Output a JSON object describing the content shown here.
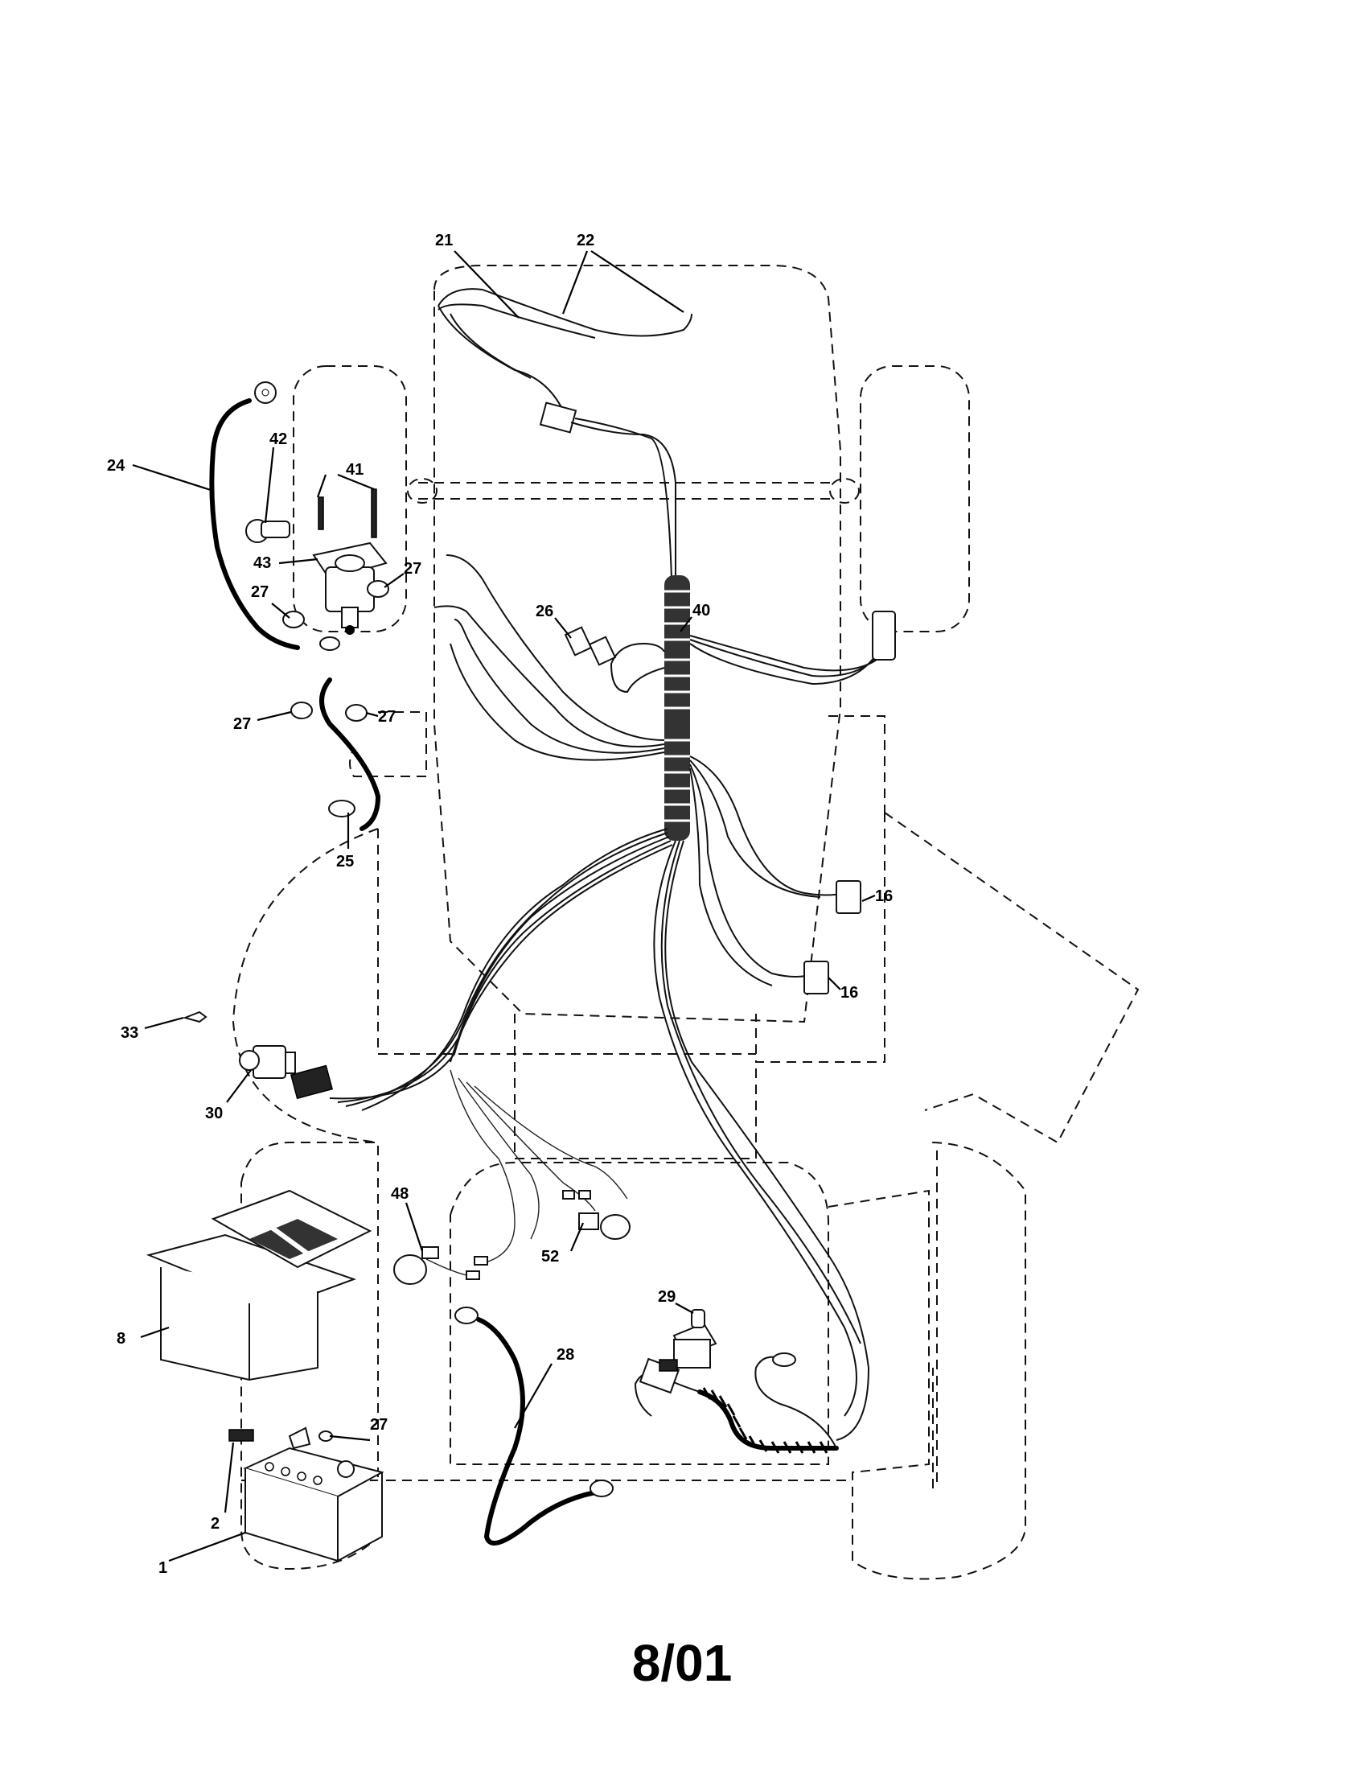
{
  "callouts": {
    "c1": "1",
    "c2": "2",
    "c8": "8",
    "c16a": "16",
    "c16b": "16",
    "c21": "21",
    "c22": "22",
    "c24": "24",
    "c25": "25",
    "c26": "26",
    "c27a": "27",
    "c27b": "27",
    "c27c": "27",
    "c27d": "27",
    "c27e": "27",
    "c28": "28",
    "c29": "29",
    "c30": "30",
    "c33": "33",
    "c40": "40",
    "c41": "41",
    "c42": "42",
    "c43": "43",
    "c48": "48",
    "c52": "52"
  },
  "footer": {
    "page_code": "8/01"
  }
}
